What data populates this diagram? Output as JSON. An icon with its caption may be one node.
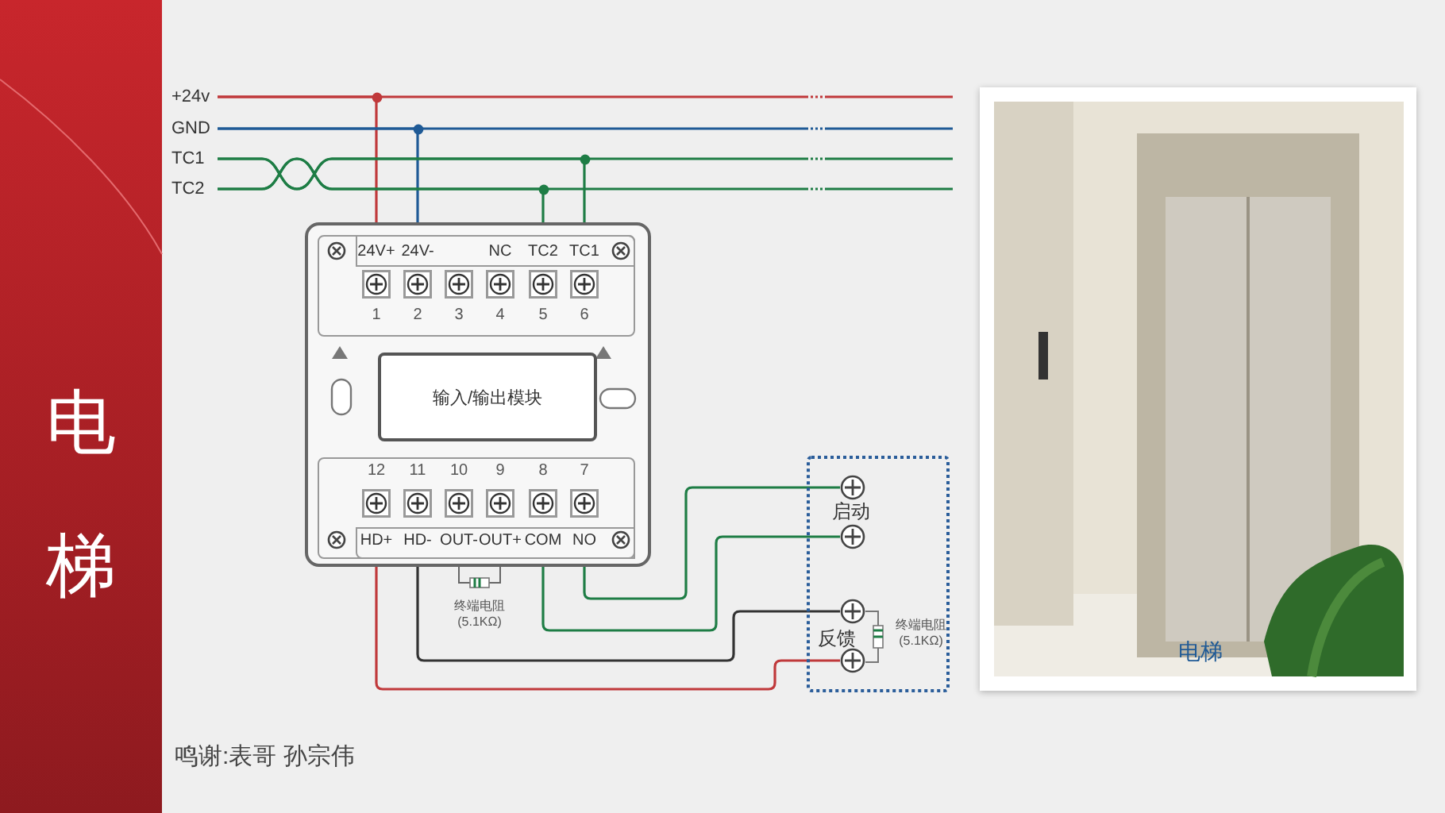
{
  "diagram": {
    "nodes": [
      {
        "text": [
          "+24v"
        ]
      },
      {
        "text": [
          "GND"
        ]
      },
      {
        "text": [
          "TC1"
        ]
      },
      {
        "text": [
          "TC2"
        ]
      },
      {
        "text": [],
        "shape": "box"
      },
      {
        "text": [
          "1"
        ],
        "beside": [
          "24V+"
        ],
        "in": 4
      },
      {
        "text": [
          "2"
        ],
        "beside": [
          "24V-"
        ],
        "in": 4
      },
      {
        "text": [
          "3"
        ],
        "in": 4
      },
      {
        "text": [
          "4"
        ],
        "beside": [
          "NC"
        ],
        "in": 4
      },
      {
        "text": [
          "5"
        ],
        "beside": [
          "TC2"
        ],
        "in": 4
      },
      {
        "text": [
          "6"
        ],
        "beside": [
          "TC1"
        ],
        "in": 4
      },
      {
        "text": [
          "输入/输出模块"
        ],
        "in": 4
      },
      {
        "text": [
          "12"
        ],
        "beside": [
          "HD+"
        ],
        "in": 4
      },
      {
        "text": [
          "11"
        ],
        "beside": [
          "HD-"
        ],
        "in": 4
      },
      {
        "text": [
          "10"
        ],
        "beside": [
          "OUT-"
        ],
        "in": 4
      },
      {
        "text": [
          "9"
        ],
        "beside": [
          "OUT+"
        ],
        "in": 4
      },
      {
        "text": [
          "8"
        ],
        "beside": [
          "COM"
        ],
        "in": 4
      },
      {
        "text": [
          "7"
        ],
        "beside": [
          "NO"
        ],
        "in": 4
      },
      {
        "text": [],
        "shape": "box"
      },
      {
        "text": [],
        "shape": "circle",
        "in": 18
      },
      {
        "text": [],
        "shape": "circle",
        "in": 18
      },
      {
        "text": [],
        "shape": "circle",
        "in": 18
      },
      {
        "text": [],
        "shape": "circle",
        "in": 18
      }
    ],
    "edges": [
      {
        "from": 0,
        "to": 5,
        "arrow": "none",
        "color": "#c0393b"
      },
      {
        "from": 1,
        "to": 6,
        "arrow": "none",
        "color": "#1f5a96"
      },
      {
        "from": 2,
        "to": 10,
        "arrow": "none",
        "color": "#1e7d45"
      },
      {
        "from": 3,
        "to": 9,
        "arrow": "none",
        "color": "#1e7d45"
      },
      {
        "from": 0,
        "to": null,
        "arrow": "none",
        "color": "#c0393b"
      },
      {
        "from": 1,
        "to": null,
        "arrow": "none",
        "color": "#1f5a96"
      },
      {
        "from": 2,
        "to": null,
        "arrow": "none",
        "color": "#1e7d45"
      },
      {
        "from": 3,
        "to": null,
        "arrow": "none",
        "color": "#1e7d45"
      },
      {
        "from": 17,
        "to": 19,
        "arrow": "none",
        "color": "#1e7d45"
      },
      {
        "from": 16,
        "to": 20,
        "arrow": "none",
        "color": "#1e7d45"
      },
      {
        "from": 13,
        "to": 21,
        "arrow": "none",
        "color": "#333333"
      },
      {
        "from": 12,
        "to": 22,
        "arrow": "none",
        "color": "#c0393b"
      }
    ],
    "labels": [
      "电梯",
      "终端电阻 (5.1KΩ)",
      "启动",
      "反馈",
      "终端电阻 (5.1KΩ)",
      "电梯",
      "鸣谢:表哥 孙宗伟"
    ]
  }
}
